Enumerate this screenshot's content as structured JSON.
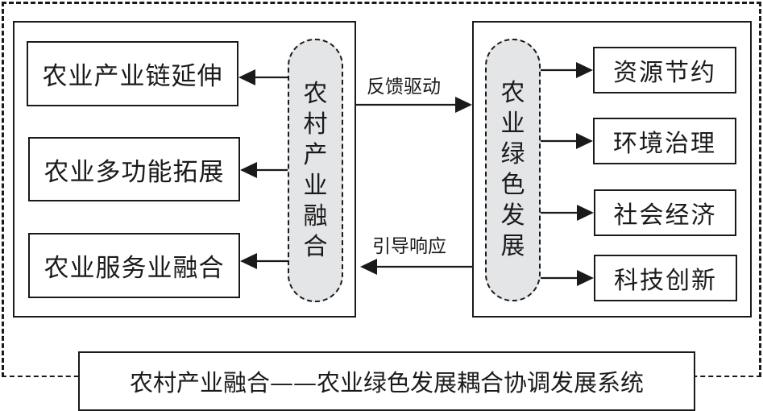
{
  "left_panel": {
    "hub": "农村产业融合",
    "items": [
      "农业产业链延伸",
      "农业多功能拓展",
      "农业服务业融合"
    ]
  },
  "right_panel": {
    "hub": "农业绿色发展",
    "items": [
      "资源节约",
      "环境治理",
      "社会经济",
      "科技创新"
    ]
  },
  "links": {
    "forward": "反馈驱动",
    "backward": "引导响应"
  },
  "system_title": "农村产业融合——农业绿色发展耦合协调发展系统"
}
